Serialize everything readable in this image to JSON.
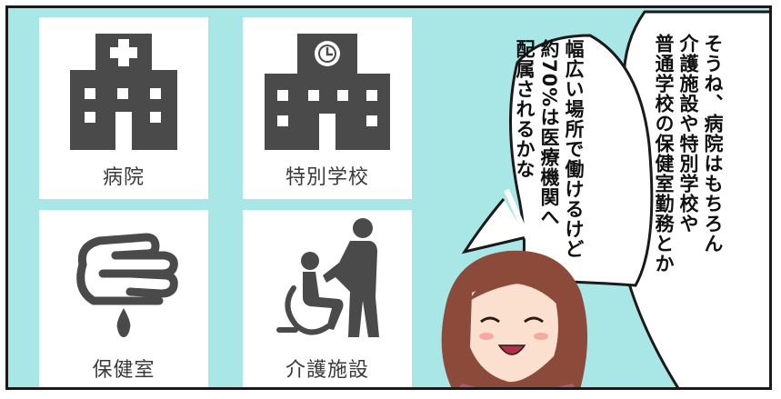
{
  "cards": {
    "hospital": {
      "label": "病院",
      "icon": "hospital-icon"
    },
    "school": {
      "label": "特別学校",
      "icon": "school-icon"
    },
    "health_room": {
      "label": "保健室",
      "icon": "hand-wash-icon"
    },
    "care": {
      "label": "介護施設",
      "icon": "caregiver-icon"
    }
  },
  "speech_bubbles": {
    "bubble_1": "そうね、病院はもちろん\n介護施設や特別学校や\n普通学校の保健室勤務とか",
    "bubble_2": "幅広い場所で働けるけど\n約70%は医療機関へ\n配属されるかな"
  },
  "colors": {
    "background": "#a9e6e6",
    "icon": "#4a4a4a",
    "card": "#ffffff",
    "hair": "#8b4a3a",
    "skin": "#fbe0cf"
  }
}
